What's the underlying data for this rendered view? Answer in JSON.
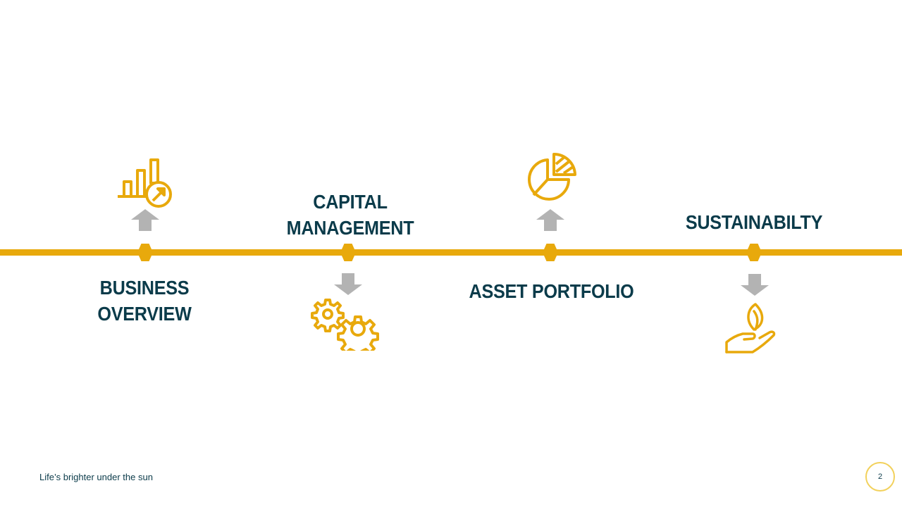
{
  "colors": {
    "accent": "#E8A90C",
    "text": "#0B3B4A",
    "arrow": "#B3B3B3",
    "page_circle": "#F2D15C",
    "background": "#FFFFFF"
  },
  "timeline": {
    "stages": [
      {
        "label_line1": "BUSINESS",
        "label_line2": "OVERVIEW",
        "icon": "bar-chart-growth-icon",
        "arrow": "up"
      },
      {
        "label_line1": "CAPITAL",
        "label_line2": "MANAGEMENT",
        "icon": "gears-icon",
        "arrow": "down"
      },
      {
        "label_line1": "ASSET PORTFOLIO",
        "icon": "pie-chart-icon",
        "arrow": "up"
      },
      {
        "label_line1": "SUSTAINABILTY",
        "icon": "hand-leaf-icon",
        "arrow": "down"
      }
    ]
  },
  "footer": {
    "tagline": "Life’s brighter under the sun",
    "page_number": "2"
  }
}
